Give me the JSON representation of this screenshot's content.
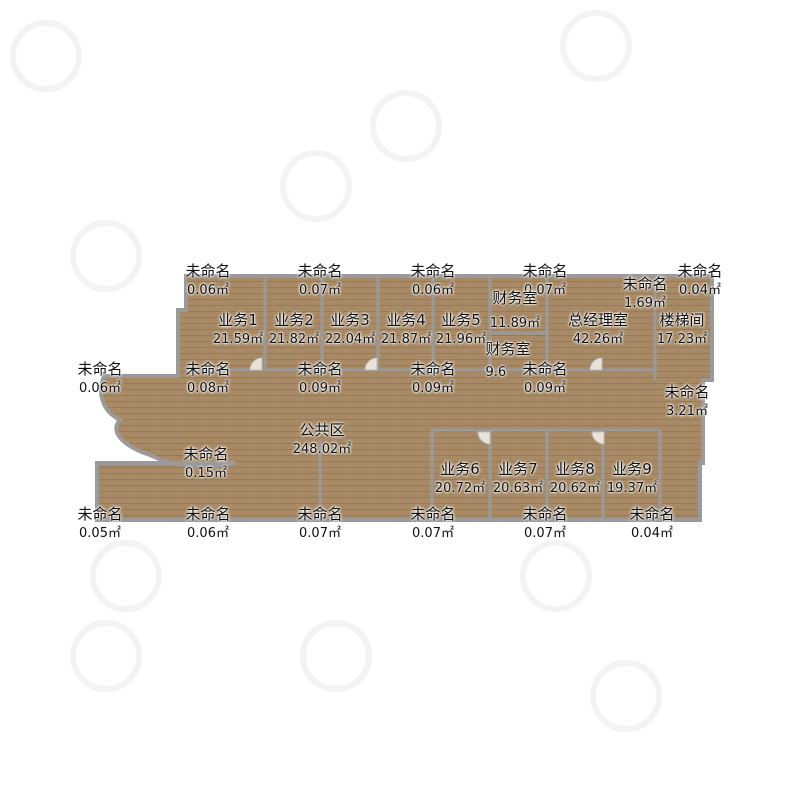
{
  "colors": {
    "floor": "#a88a66",
    "wall": "#9a9a9a",
    "text": "#111111"
  },
  "unit": "㎡",
  "rooms": [
    {
      "name": "未命名",
      "area": "0.06㎡"
    },
    {
      "name": "未命名",
      "area": "0.07㎡"
    },
    {
      "name": "未命名",
      "area": "0.06㎡"
    },
    {
      "name": "未命名",
      "area": "0.07㎡"
    },
    {
      "name": "未命名",
      "area": "0.04㎡"
    },
    {
      "name": "未命名",
      "area": "1.69㎡"
    },
    {
      "name": "业务1",
      "area": "21.59㎡"
    },
    {
      "name": "业务2",
      "area": "21.82㎡"
    },
    {
      "name": "业务3",
      "area": "22.04㎡"
    },
    {
      "name": "业务4",
      "area": "21.87㎡"
    },
    {
      "name": "业务5",
      "area": "21.96㎡"
    },
    {
      "name": "财务室",
      "area": "11.89㎡"
    },
    {
      "name": "总经理室",
      "area": "42.26㎡"
    },
    {
      "name": "楼梯间",
      "area": "17.23㎡"
    },
    {
      "name": "财务室",
      "area": "9.6"
    },
    {
      "name": "未命名",
      "area": "0.06㎡"
    },
    {
      "name": "未命名",
      "area": "0.08㎡"
    },
    {
      "name": "未命名",
      "area": "0.09㎡"
    },
    {
      "name": "未命名",
      "area": "0.09㎡"
    },
    {
      "name": "未命名",
      "area": "0.09㎡"
    },
    {
      "name": "未命名",
      "area": "3.21㎡"
    },
    {
      "name": "公共区",
      "area": "248.02㎡"
    },
    {
      "name": "未命名",
      "area": "0.15㎡"
    },
    {
      "name": "业务6",
      "area": "20.72㎡"
    },
    {
      "name": "业务7",
      "area": "20.63㎡"
    },
    {
      "name": "业务8",
      "area": "20.62㎡"
    },
    {
      "name": "业务9",
      "area": "19.37㎡"
    },
    {
      "name": "未命名",
      "area": "0.05㎡"
    },
    {
      "name": "未命名",
      "area": "0.06㎡"
    },
    {
      "name": "未命名",
      "area": "0.07㎡"
    },
    {
      "name": "未命名",
      "area": "0.07㎡"
    },
    {
      "name": "未命名",
      "area": "0.07㎡"
    },
    {
      "name": "未命名",
      "area": "0.04㎡"
    }
  ]
}
